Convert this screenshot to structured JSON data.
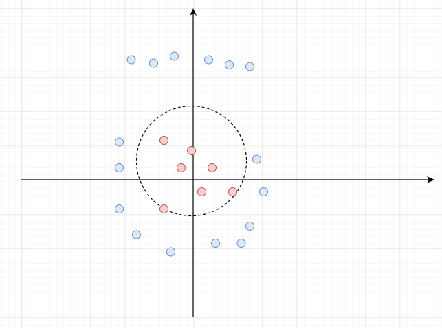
{
  "diagram": {
    "type": "scatter",
    "background": "#ffffff",
    "grid": {
      "visible": true,
      "minor_color": "#f0f0f0",
      "major_color": "#dddddd"
    },
    "axes": {
      "color": "#000000",
      "arrowheads": [
        "right",
        "up"
      ]
    },
    "boundary": {
      "shape": "circle",
      "style": "dashed",
      "color": "#000000",
      "center": [
        -0.1,
        1.1
      ],
      "radius": 3.2
    },
    "classes": {
      "outer": {
        "fill": "#dae8fc",
        "stroke": "#6c8ebf"
      },
      "inner": {
        "fill": "#f8cecc",
        "stroke": "#b85450"
      }
    },
    "points_outer": [
      [
        -3.6,
        7.0
      ],
      [
        -2.3,
        6.8
      ],
      [
        -1.1,
        7.2
      ],
      [
        0.9,
        7.0
      ],
      [
        2.1,
        6.7
      ],
      [
        3.3,
        6.6
      ],
      [
        -4.3,
        2.2
      ],
      [
        -4.3,
        0.7
      ],
      [
        3.7,
        1.2
      ],
      [
        4.1,
        -0.7
      ],
      [
        -4.3,
        -1.7
      ],
      [
        -3.3,
        -3.2
      ],
      [
        -1.3,
        -4.2
      ],
      [
        1.3,
        -3.7
      ],
      [
        2.8,
        -3.7
      ],
      [
        3.3,
        -2.7
      ]
    ],
    "points_inner": [
      [
        -1.7,
        2.3
      ],
      [
        -0.1,
        1.7
      ],
      [
        -0.7,
        0.7
      ],
      [
        1.1,
        0.7
      ],
      [
        0.5,
        -0.7
      ],
      [
        2.3,
        -0.7
      ],
      [
        -1.7,
        -1.7
      ]
    ]
  }
}
